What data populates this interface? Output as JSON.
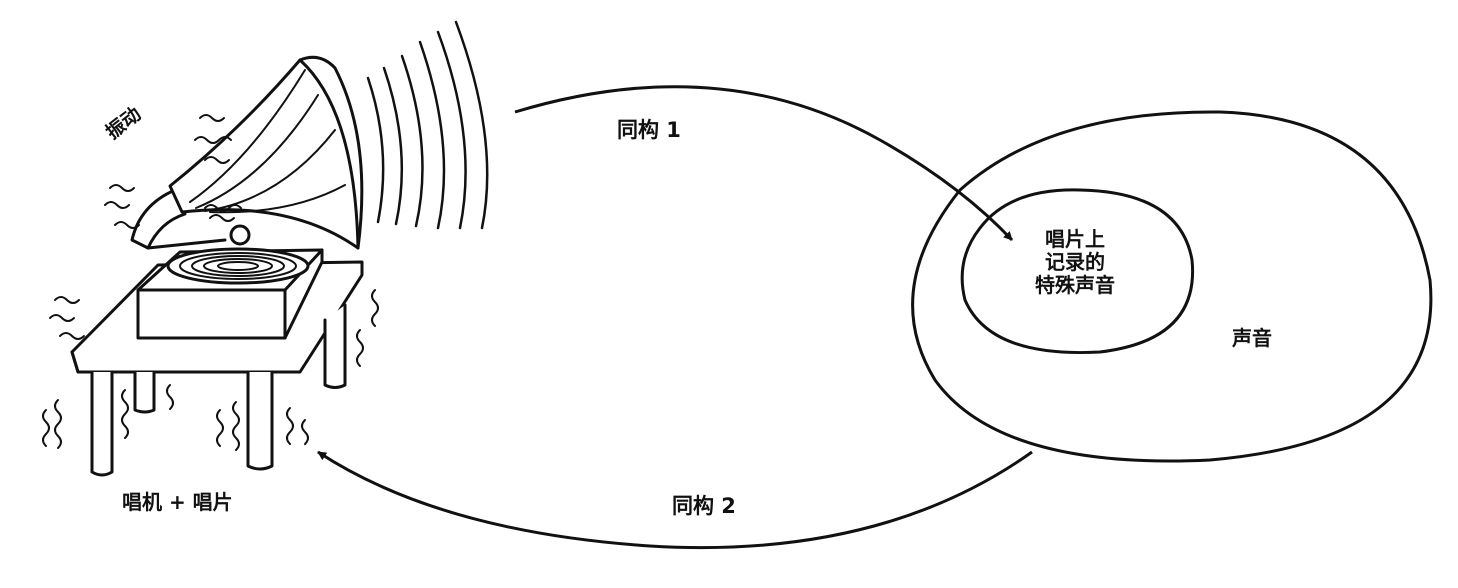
{
  "labels": {
    "vibration": "振动",
    "player": "唱机 + 唱片",
    "isomorphism_1": "同构 1",
    "isomorphism_2": "同构 2",
    "inner_set_lines": [
      "唱片上",
      "记录的",
      "特殊声音"
    ],
    "outer_set": "声音"
  }
}
